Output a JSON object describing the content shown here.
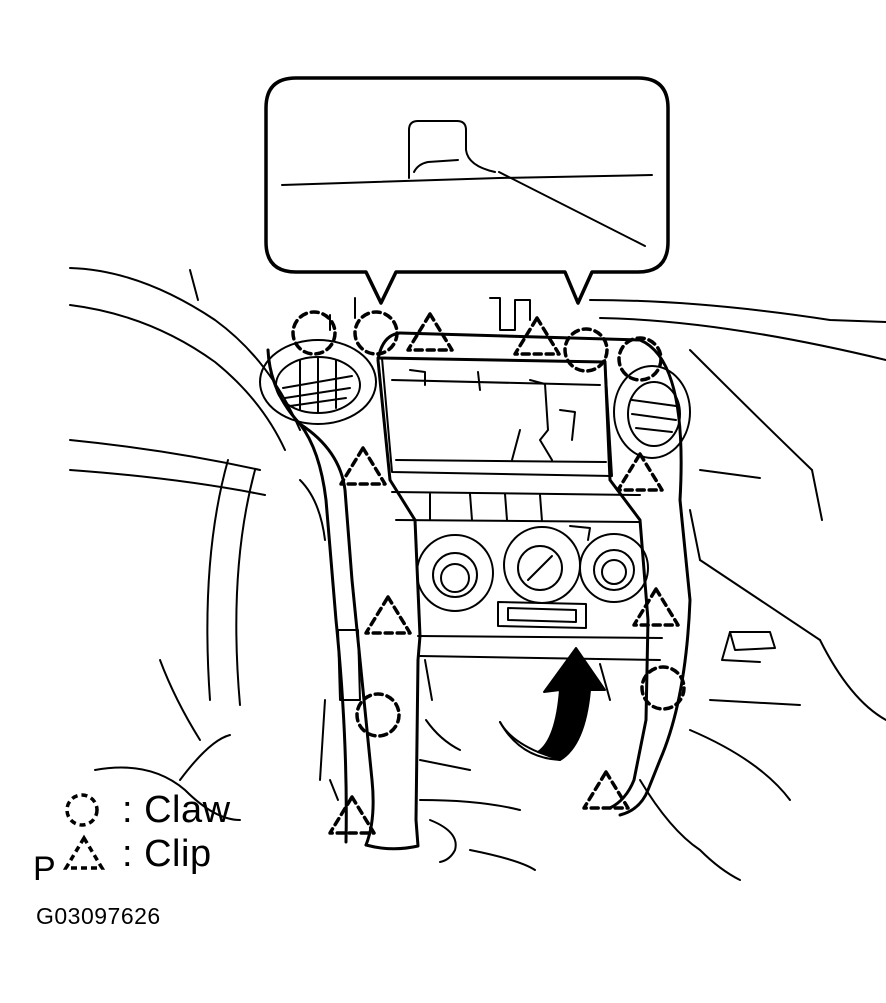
{
  "legend": {
    "claw_label": ": Claw",
    "clip_label": ": Clip",
    "claw_symbol": "dashed-circle-icon",
    "clip_symbol": "dashed-triangle-icon"
  },
  "marks": {
    "p": "P",
    "figure_code": "G03097626"
  },
  "colors": {
    "ink": "#000000",
    "paper": "#ffffff"
  }
}
